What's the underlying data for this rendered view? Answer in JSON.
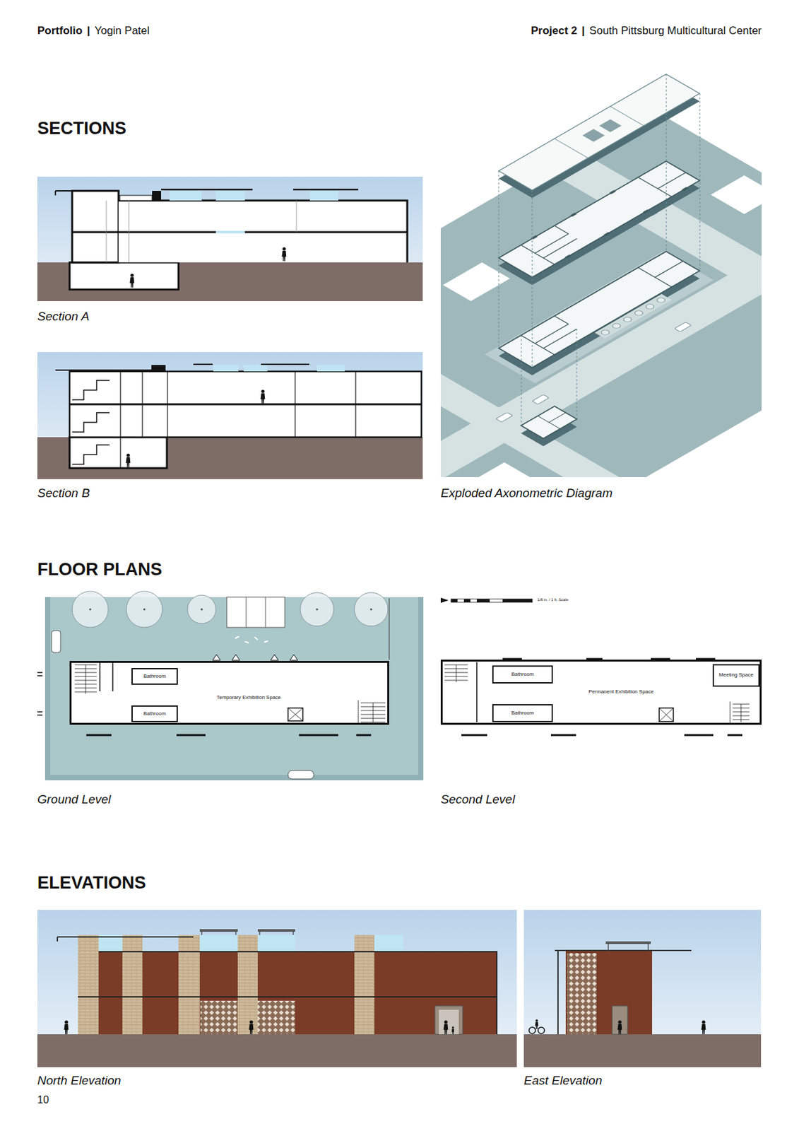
{
  "diagram": {
    "nodes": [
      {
        "text": [
          "Temporary Exhibition Space"
        ]
      },
      {
        "text": [
          "Bathroom"
        ],
        "in": 0
      },
      {
        "text": [
          "Bathroom"
        ],
        "in": 0
      },
      {
        "text": [
          "Permanent Exhibition Space"
        ]
      },
      {
        "text": [
          "Bathroom"
        ],
        "in": 3
      },
      {
        "text": [
          "Bathroom"
        ],
        "in": 3
      },
      {
        "text": [
          "Meeting Space"
        ],
        "in": 3
      }
    ],
    "labels": [
      "Portfolio",
      "|",
      "Yogin Patel",
      "Project 2",
      "|",
      "South Pittsburg Multicultural Center",
      "SECTIONS",
      "Section A",
      "Section B",
      "Exploded Axonometric Diagram",
      "FLOOR PLANS",
      "Ground Level",
      "1/8 in. / 1 ft. Scale",
      "Second Level",
      "ELEVATIONS",
      "North Elevation",
      "East Elevation",
      "10"
    ]
  }
}
